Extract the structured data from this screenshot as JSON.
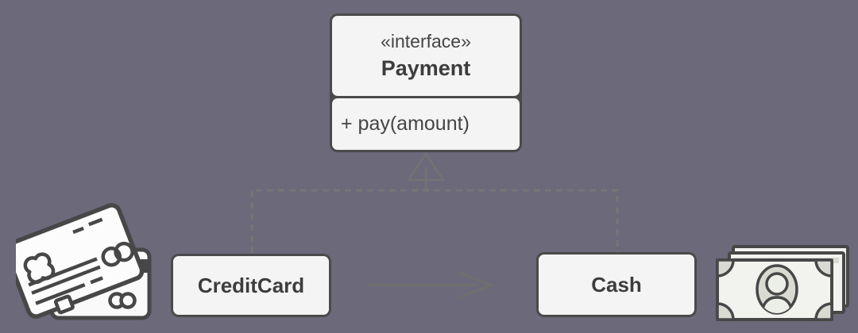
{
  "diagram": {
    "type": "UML class diagram",
    "interface_node": {
      "stereotype": "«interface»",
      "name": "Payment",
      "methods": [
        "+ pay(amount)"
      ]
    },
    "class_nodes": [
      {
        "id": "creditcard",
        "label": "CreditCard"
      },
      {
        "id": "cash",
        "label": "Cash"
      }
    ],
    "relationships": [
      {
        "from": "CreditCard",
        "to": "Payment",
        "type": "realization",
        "line": "dashed",
        "marker": "hollow-triangle"
      },
      {
        "from": "Cash",
        "to": "Payment",
        "type": "realization",
        "line": "dashed",
        "marker": "hollow-triangle"
      },
      {
        "from": "CreditCard",
        "to": "Cash",
        "type": "association",
        "line": "solid",
        "marker": "open-arrow"
      }
    ],
    "icons": [
      {
        "name": "credit-card-illustration",
        "position": "left-of-CreditCard"
      },
      {
        "name": "cash-banknotes-illustration",
        "position": "right-of-Cash"
      }
    ],
    "colors": {
      "background": "#6b697a",
      "node_border": "#4a4a4a",
      "node_fill": "#f4f4f4",
      "text": "#424242",
      "edge_gray": "#767676",
      "icon_accent_gray": "#d9dbd3"
    }
  }
}
